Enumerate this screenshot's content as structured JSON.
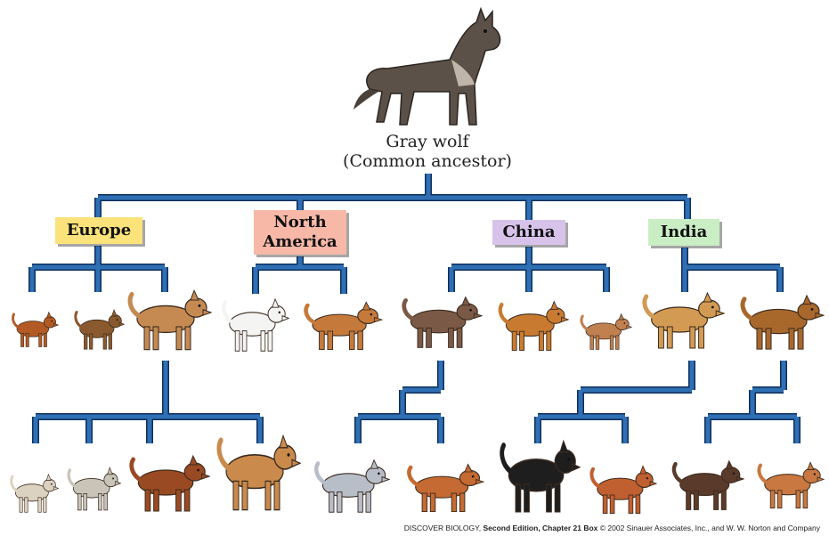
{
  "root": {
    "line1": "Gray wolf",
    "line2": "(Common ancestor)"
  },
  "regions": [
    {
      "name": "Europe",
      "color": "#fbe27a"
    },
    {
      "name_line1": "North",
      "name_line2": "America",
      "color": "#f7b8a8"
    },
    {
      "name": "China",
      "color": "#d7c3ea"
    },
    {
      "name": "India",
      "color": "#c9eec4"
    }
  ],
  "colors": {
    "tree_line": "#2f6fb4",
    "wolf_body": "#5b5148",
    "box_shadow": "#7a7a7a"
  },
  "footer": {
    "book": "DISCOVER BIOLOGY,",
    "edition": "Second Edition, Chapter 21 Box",
    "rights": "© 2002 Sinauer Associates, Inc., and W. W. Norton and Company"
  },
  "dogs": [
    {
      "id": "pomeranian",
      "color": "#b35a24"
    },
    {
      "id": "airedale",
      "color": "#8a5a2e"
    },
    {
      "id": "mastiff",
      "color": "#c48a52"
    },
    {
      "id": "samoyed",
      "color": "#f4f4f2"
    },
    {
      "id": "dingo",
      "color": "#c57a3c"
    },
    {
      "id": "china-dog",
      "color": "#7a5a46"
    },
    {
      "id": "chow",
      "color": "#c87b30"
    },
    {
      "id": "pekingese",
      "color": "#c08050"
    },
    {
      "id": "saluki",
      "color": "#d29a52"
    },
    {
      "id": "bloodhound",
      "color": "#a8682c"
    },
    {
      "id": "pug",
      "color": "#dcd2c0"
    },
    {
      "id": "bulldog",
      "color": "#c9c4b8"
    },
    {
      "id": "st-bernard",
      "color": "#9a4a22"
    },
    {
      "id": "great-dane",
      "color": "#c98a4c"
    },
    {
      "id": "husky",
      "color": "#b8bec8"
    },
    {
      "id": "shiba",
      "color": "#c46a32"
    },
    {
      "id": "afghan",
      "color": "#1e1e1e"
    },
    {
      "id": "spaniel",
      "color": "#c06030"
    },
    {
      "id": "beagle",
      "color": "#5a3a2a"
    },
    {
      "id": "setter",
      "color": "#c87840"
    }
  ]
}
